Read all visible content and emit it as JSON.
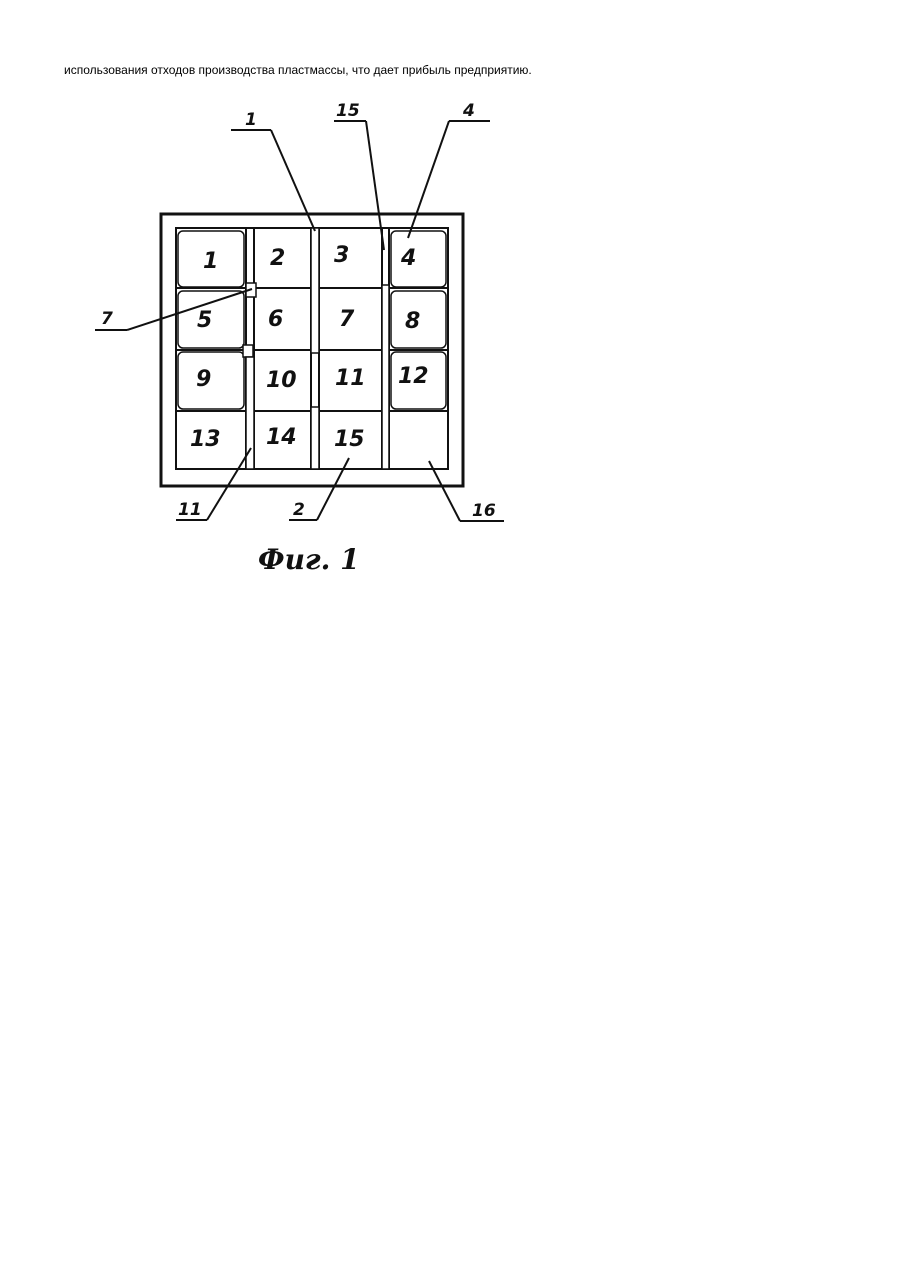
{
  "document": {
    "intro_text": "использования отходов производства пластмассы, что дает прибыль предприятию."
  },
  "figure": {
    "caption": "Фиг. 1",
    "cells": [
      "1",
      "2",
      "3",
      "4",
      "5",
      "6",
      "7",
      "8",
      "9",
      "10",
      "11",
      "12",
      "13",
      "14",
      "15",
      ""
    ],
    "callouts": {
      "c1": "1",
      "c15": "15",
      "c4": "4",
      "c7": "7",
      "c11": "11",
      "c2": "2",
      "c16": "16"
    }
  }
}
